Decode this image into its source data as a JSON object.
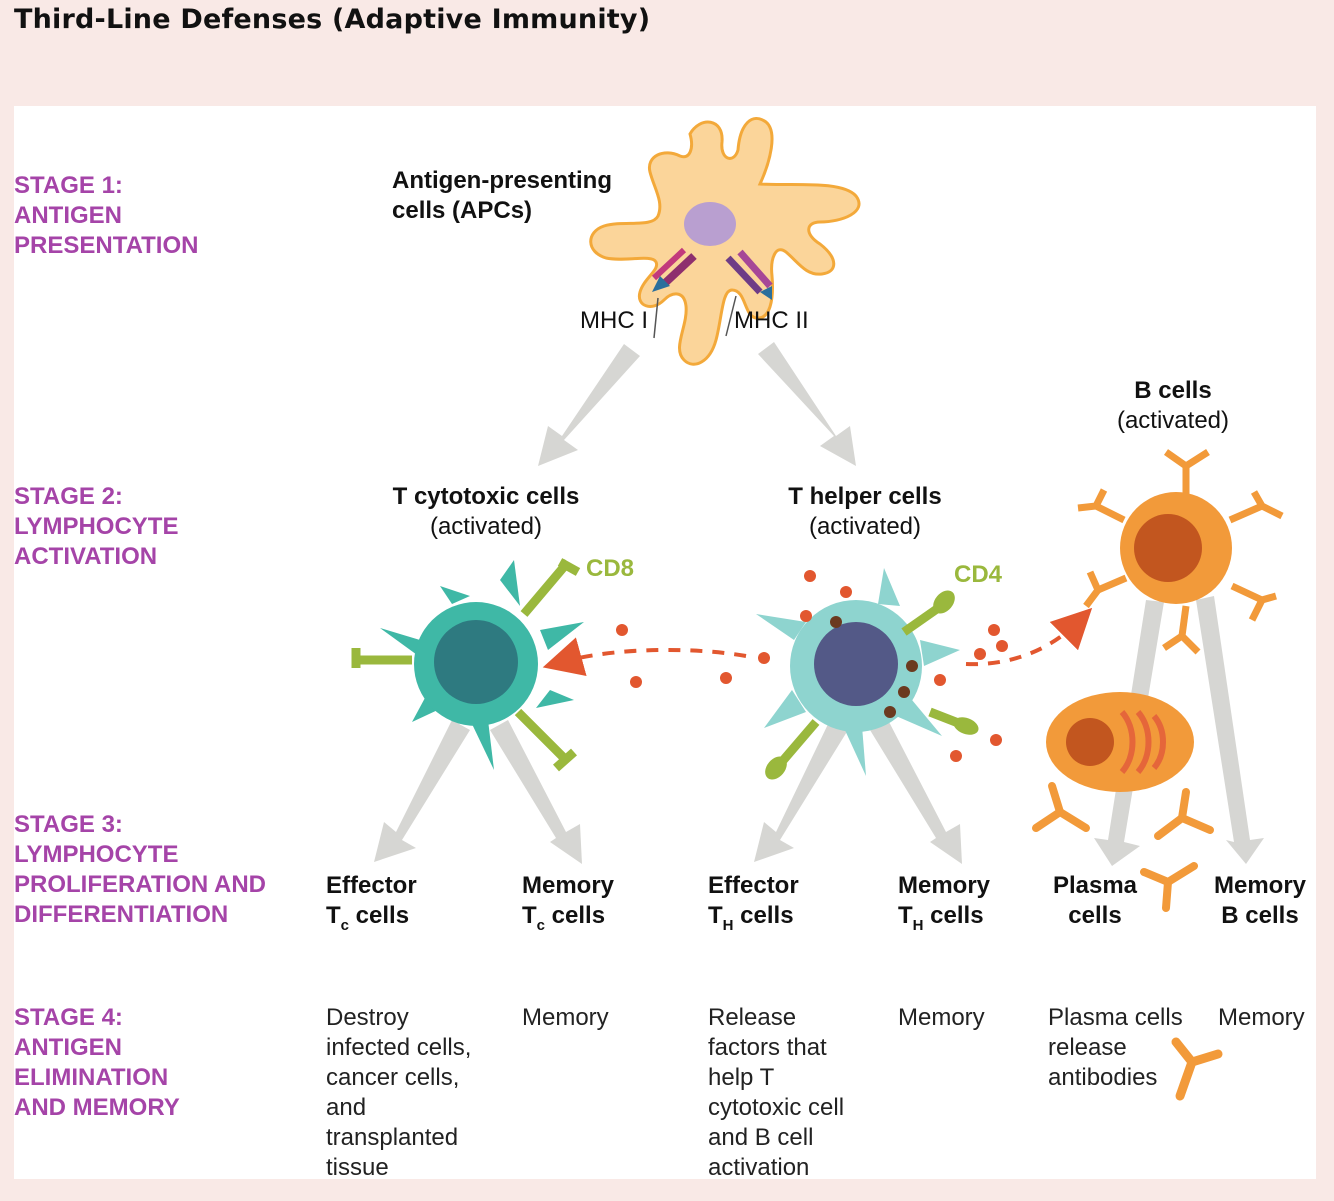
{
  "title": "Third-Line Defenses (Adaptive Immunity)",
  "stages": [
    {
      "lines": [
        "STAGE 1:",
        "ANTIGEN",
        "PRESENTATION"
      ]
    },
    {
      "lines": [
        "STAGE 2:",
        "LYMPHOCYTE",
        "ACTIVATION"
      ]
    },
    {
      "lines": [
        "STAGE 3:",
        "LYMPHOCYTE",
        "PROLIFERATION AND",
        "DIFFERENTIATION"
      ]
    },
    {
      "lines": [
        "STAGE 4:",
        "ANTIGEN",
        "ELIMINATION",
        "AND MEMORY"
      ]
    }
  ],
  "apc": {
    "line1": "Antigen-presenting",
    "line2": "cells (APCs)"
  },
  "mhc1": "MHC I",
  "mhc2": "MHC II",
  "bcells": {
    "name": "B cells",
    "state": "(activated)"
  },
  "tcyto": {
    "name": "T cytotoxic cells",
    "state": "(activated)"
  },
  "thelper": {
    "name": "T helper cells",
    "state": "(activated)"
  },
  "cd8": "CD8",
  "cd4": "CD4",
  "stage3": {
    "effector_tc": {
      "line1": "Effector",
      "t": "T",
      "sub": "c",
      "rest": " cells"
    },
    "memory_tc": {
      "line1": "Memory",
      "t": "T",
      "sub": "c",
      "rest": " cells"
    },
    "effector_th": {
      "line1": "Effector",
      "t": "T",
      "sub": "H",
      "rest": " cells"
    },
    "memory_th": {
      "line1": "Memory",
      "t": "T",
      "sub": "H",
      "rest": " cells"
    },
    "plasma": {
      "line1": "Plasma",
      "line2": "cells"
    },
    "memory_b": {
      "line1": "Memory",
      "line2": "B cells"
    }
  },
  "stage4": {
    "effector_tc": [
      "Destroy",
      "infected cells,",
      "cancer cells,",
      "and",
      "transplanted",
      "tissue"
    ],
    "memory_tc": [
      "Memory"
    ],
    "effector_th": [
      "Release",
      "factors that",
      "help T",
      "cytotoxic cell",
      "and B cell",
      "activation"
    ],
    "memory_th": [
      "Memory"
    ],
    "plasma": [
      "Plasma cells",
      "release",
      "antibodies"
    ],
    "memory_b": [
      "Memory"
    ]
  },
  "colors": {
    "stage_label": "#a544a8",
    "apc_body": "#fbd59a",
    "apc_nucleus": "#b99fd0",
    "tc_body": "#3fb8a6",
    "tc_nucleus": "#2e7a80",
    "th_body": "#8ed4cf",
    "th_nucleus": "#535987",
    "bcell_body": "#f29a3a",
    "bcell_nucleus": "#c2561f",
    "marker_green": "#9ab83d",
    "cytokine": "#e2572f",
    "arrow_grey": "#d6d6d3"
  }
}
